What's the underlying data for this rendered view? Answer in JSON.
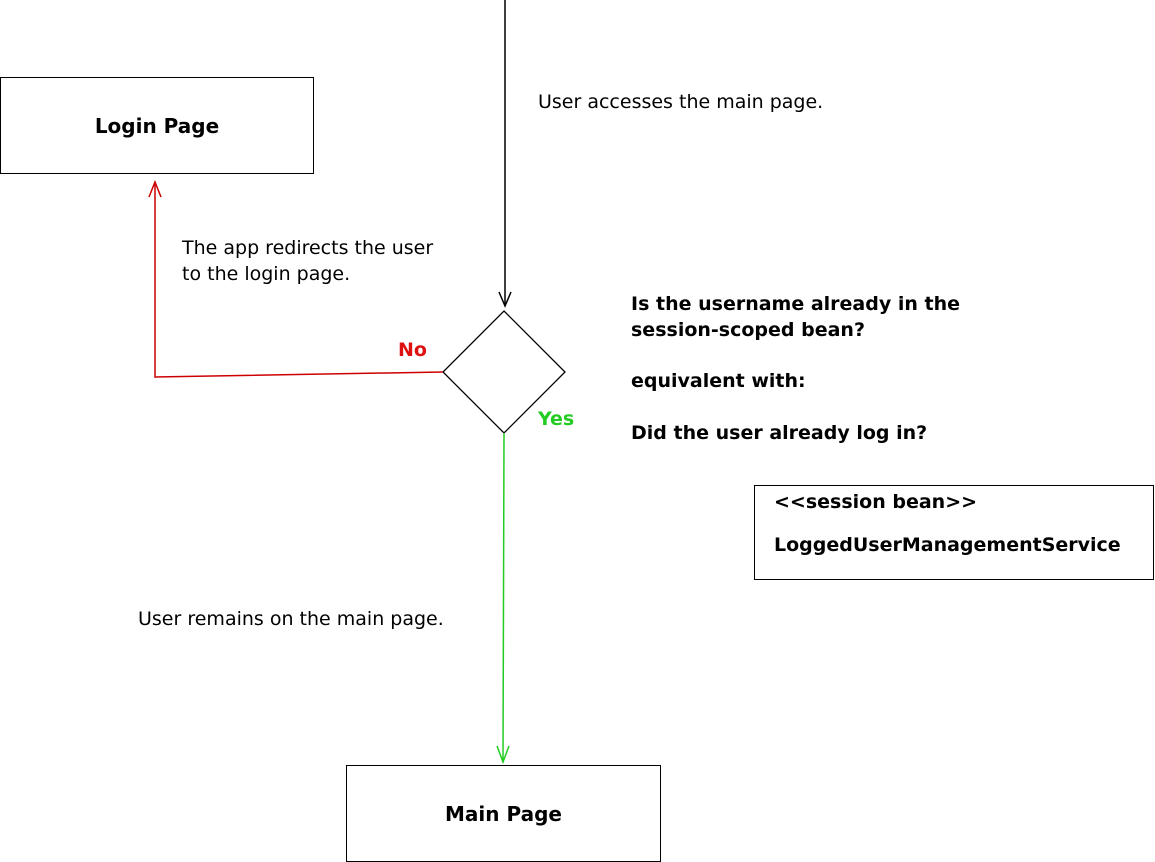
{
  "nodes": {
    "login_page": "Login Page",
    "main_page": "Main Page"
  },
  "edges": {
    "access_label": "User accesses the main page.",
    "redirect_label_line1": "The app redirects the user",
    "redirect_label_line2": "to the login page.",
    "remain_label": "User remains on the main page.",
    "no_label": "No",
    "yes_label": "Yes"
  },
  "decision": {
    "question_line1": "Is the username already in the",
    "question_line2": "session-scoped bean?",
    "equivalent": "equivalent with:",
    "question_alt": "Did the user already log in?"
  },
  "bean": {
    "stereotype": "<<session bean>>",
    "name": "LoggedUserManagementService"
  },
  "colors": {
    "no_branch": "#cc0000",
    "yes_branch": "#22cc22",
    "default_line": "#000000"
  }
}
